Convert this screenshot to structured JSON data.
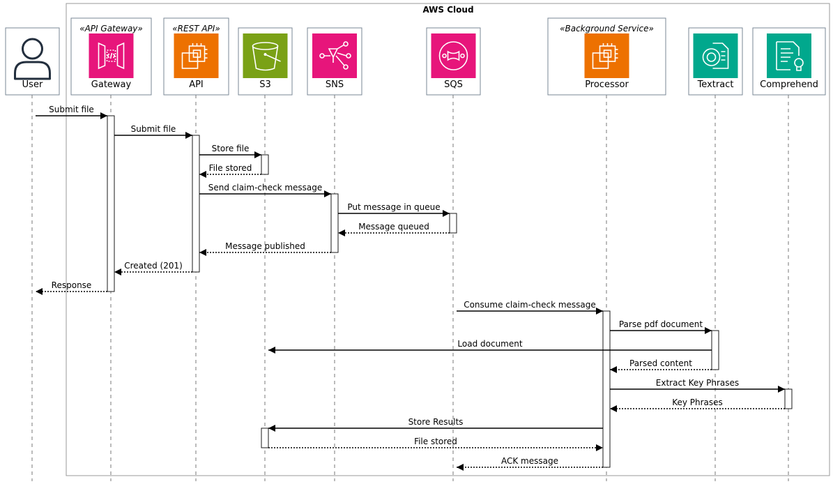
{
  "cloud_boundary": {
    "title": "AWS Cloud"
  },
  "participants": [
    {
      "id": "user",
      "name": "User",
      "stereotype": "",
      "icon": "user-icon",
      "color": "#232f3e"
    },
    {
      "id": "gateway",
      "name": "Gateway",
      "stereotype": "«API Gateway»",
      "icon": "api-gateway-icon",
      "color": "#e7157b"
    },
    {
      "id": "api",
      "name": "API",
      "stereotype": "«REST API»",
      "icon": "compute-icon",
      "color": "#ed7100"
    },
    {
      "id": "s3",
      "name": "S3",
      "stereotype": "",
      "icon": "s3-bucket-icon",
      "color": "#7aa116"
    },
    {
      "id": "sns",
      "name": "SNS",
      "stereotype": "",
      "icon": "sns-icon",
      "color": "#e7157b"
    },
    {
      "id": "sqs",
      "name": "SQS",
      "stereotype": "",
      "icon": "sqs-icon",
      "color": "#e7157b"
    },
    {
      "id": "processor",
      "name": "Processor",
      "stereotype": "«Background Service»",
      "icon": "compute-icon",
      "color": "#ed7100"
    },
    {
      "id": "textract",
      "name": "Textract",
      "stereotype": "",
      "icon": "textract-icon",
      "color": "#01a88d"
    },
    {
      "id": "comprehend",
      "name": "Comprehend",
      "stereotype": "",
      "icon": "comprehend-icon",
      "color": "#01a88d"
    }
  ],
  "messages": [
    {
      "from": "user",
      "to": "gateway",
      "label": "Submit file",
      "style": "sync"
    },
    {
      "from": "gateway",
      "to": "api",
      "label": "Submit file",
      "style": "sync"
    },
    {
      "from": "api",
      "to": "s3",
      "label": "Store file",
      "style": "sync"
    },
    {
      "from": "s3",
      "to": "api",
      "label": "File stored",
      "style": "return"
    },
    {
      "from": "api",
      "to": "sns",
      "label": "Send claim-check message",
      "style": "sync"
    },
    {
      "from": "sns",
      "to": "sqs",
      "label": "Put message in queue",
      "style": "sync"
    },
    {
      "from": "sqs",
      "to": "sns",
      "label": "Message queued",
      "style": "return"
    },
    {
      "from": "sns",
      "to": "api",
      "label": "Message published",
      "style": "return"
    },
    {
      "from": "api",
      "to": "gateway",
      "label": "Created (201)",
      "style": "return"
    },
    {
      "from": "gateway",
      "to": "user",
      "label": "Response",
      "style": "return"
    },
    {
      "from": "sqs",
      "to": "processor",
      "label": "Consume claim-check message",
      "style": "sync"
    },
    {
      "from": "processor",
      "to": "textract",
      "label": "Parse pdf document",
      "style": "sync"
    },
    {
      "from": "textract",
      "to": "s3",
      "label": "Load document",
      "style": "sync"
    },
    {
      "from": "textract",
      "to": "processor",
      "label": "Parsed content",
      "style": "return"
    },
    {
      "from": "processor",
      "to": "comprehend",
      "label": "Extract Key Phrases",
      "style": "sync"
    },
    {
      "from": "comprehend",
      "to": "processor",
      "label": "Key Phrases",
      "style": "return"
    },
    {
      "from": "processor",
      "to": "s3",
      "label": "Store Results",
      "style": "sync"
    },
    {
      "from": "s3",
      "to": "processor",
      "label": "File stored",
      "style": "return"
    },
    {
      "from": "processor",
      "to": "sqs",
      "label": "ACK message",
      "style": "return"
    }
  ]
}
